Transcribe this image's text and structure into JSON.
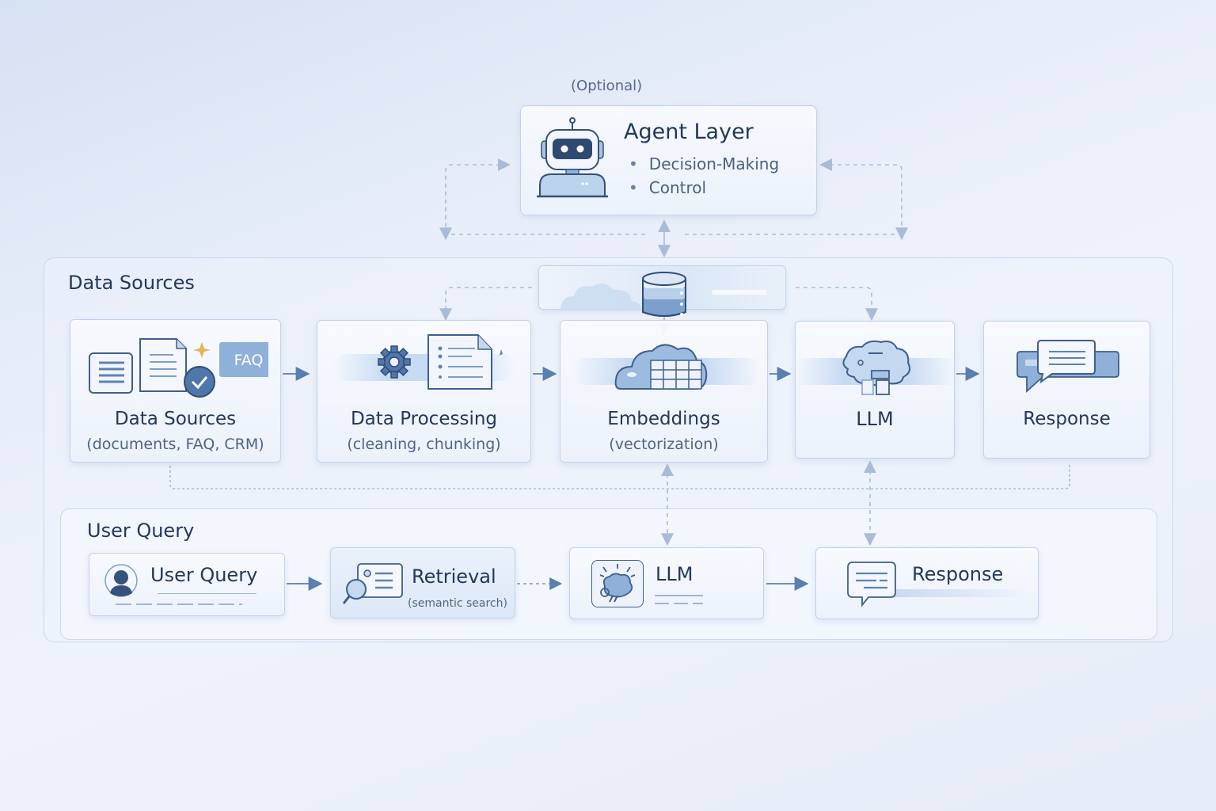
{
  "agent": {
    "optional_label": "(Optional)",
    "title": "Agent Layer",
    "bullets": [
      "Decision-Making",
      "Control"
    ],
    "icon": "robot-icon"
  },
  "vector_store": {
    "icon": "database-icon"
  },
  "data_sources_panel": {
    "title": "Data Sources",
    "steps": [
      {
        "title": "Data Sources",
        "subtitle": "(documents, FAQ, CRM)",
        "icon": "documents-faq-icon",
        "badge": "FAQ"
      },
      {
        "title": "Data Processing",
        "subtitle": "(cleaning, chunking)",
        "icon": "gear-document-icon"
      },
      {
        "title": "Embeddings",
        "subtitle": "(vectorization)",
        "icon": "cloud-grid-icon"
      },
      {
        "title": "LLM",
        "subtitle": "",
        "icon": "brain-icon"
      },
      {
        "title": "Response",
        "subtitle": "",
        "icon": "chat-bubbles-icon"
      }
    ]
  },
  "user_query_panel": {
    "title": "User Query",
    "steps": [
      {
        "title": "User Query",
        "subtitle": "",
        "icon": "user-avatar-icon"
      },
      {
        "title": "Retrieval",
        "subtitle": "(semantic search)",
        "icon": "search-document-icon"
      },
      {
        "title": "LLM",
        "subtitle": "",
        "icon": "brain-icon"
      },
      {
        "title": "Response",
        "subtitle": "",
        "icon": "chat-bubble-icon"
      }
    ]
  },
  "colors": {
    "accent": "#4f77aa",
    "arrow_solid": "#5a7fae",
    "arrow_dashed": "#a9bbd6",
    "text_dark": "#22385c",
    "text_muted": "#4f6485",
    "faq_badge": "#7da2cf",
    "sparkle": "#e0b65a"
  }
}
